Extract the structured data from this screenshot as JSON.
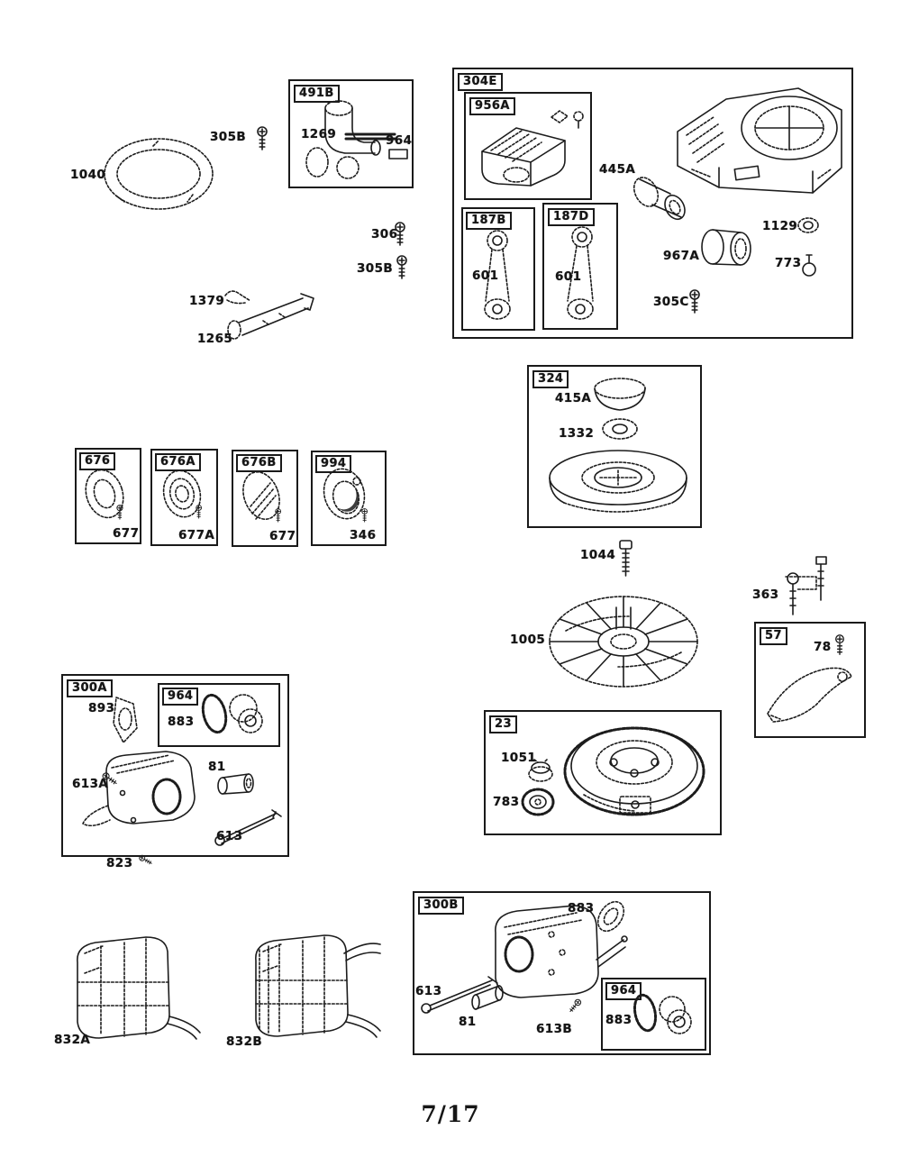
{
  "page": {
    "number": "7/17"
  },
  "colors": {
    "ink": "#1c1c1c",
    "paper": "#ffffff"
  },
  "labels": {
    "1040": "1040",
    "305B": "305B",
    "491B": "491B",
    "1269": "1269",
    "964": "964",
    "306": "306",
    "1379": "1379",
    "1265": "1265",
    "304E": "304E",
    "956A": "956A",
    "445A": "445A",
    "187B": "187B",
    "187D": "187D",
    "601": "601",
    "967A": "967A",
    "1129": "1129",
    "773": "773",
    "305C": "305C",
    "324": "324",
    "415A": "415A",
    "1332": "1332",
    "676": "676",
    "677": "677",
    "676A": "676A",
    "677A": "677A",
    "676B": "676B",
    "994": "994",
    "346": "346",
    "1044": "1044",
    "1005": "1005",
    "363": "363",
    "57": "57",
    "78": "78",
    "23": "23",
    "1051": "1051",
    "783": "783",
    "300A": "300A",
    "893": "893",
    "883": "883",
    "613A": "613A",
    "81": "81",
    "613": "613",
    "823": "823",
    "832A": "832A",
    "832B": "832B",
    "300B": "300B",
    "613B": "613B"
  }
}
